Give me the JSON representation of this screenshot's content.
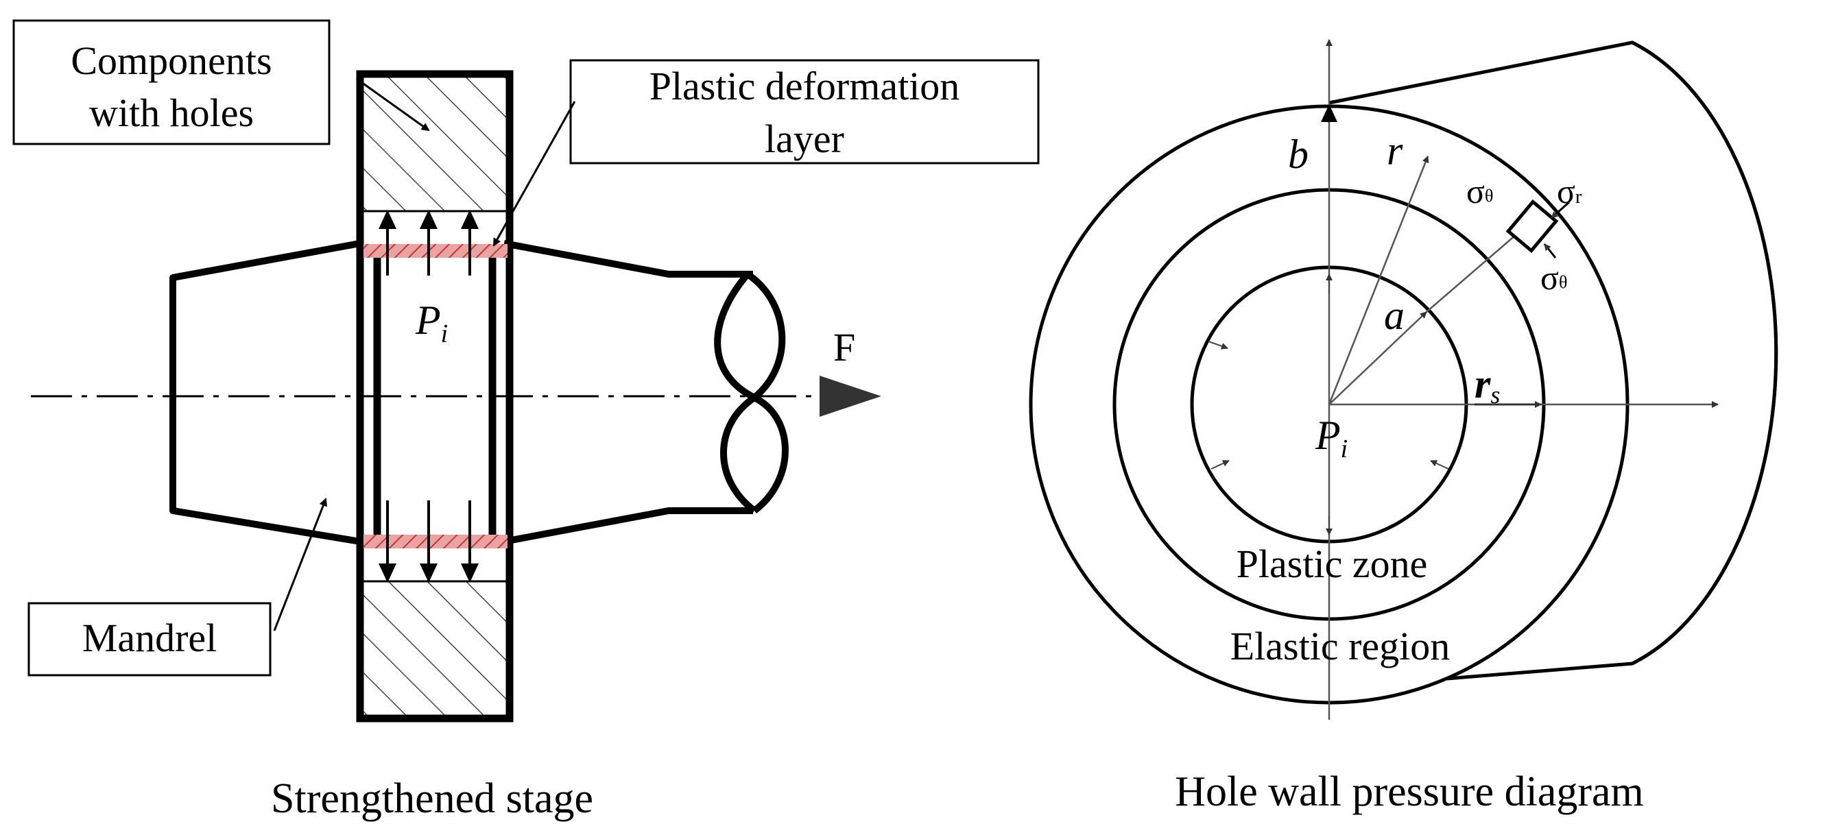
{
  "left_panel": {
    "caption": "Strengthened stage",
    "components_label": [
      "Components",
      "with holes"
    ],
    "plastic_layer_label": [
      "Plastic deformation",
      "layer"
    ],
    "mandrel_label": "Mandrel",
    "pressure_symbol": "P",
    "pressure_subscript": "i",
    "force_label": "F"
  },
  "right_panel": {
    "caption": "Hole wall pressure diagram",
    "outer_radius_symbol": "b",
    "radius_symbol": "r",
    "inner_radius_symbol": "a",
    "plastic_radius_symbol": "r",
    "plastic_radius_subscript": "s",
    "pressure_symbol": "P",
    "pressure_subscript": "i",
    "sigma_theta_top": "σ",
    "sigma_theta_bottom": "σ",
    "sigma_r": "σ",
    "theta_subscript": "θ",
    "r_subscript": "r",
    "plastic_zone_label": "Plastic zone",
    "elastic_region_label": "Elastic region"
  },
  "colors": {
    "line": "#000000",
    "deformation_layer": "#c0392b",
    "hatch": "#444444"
  }
}
